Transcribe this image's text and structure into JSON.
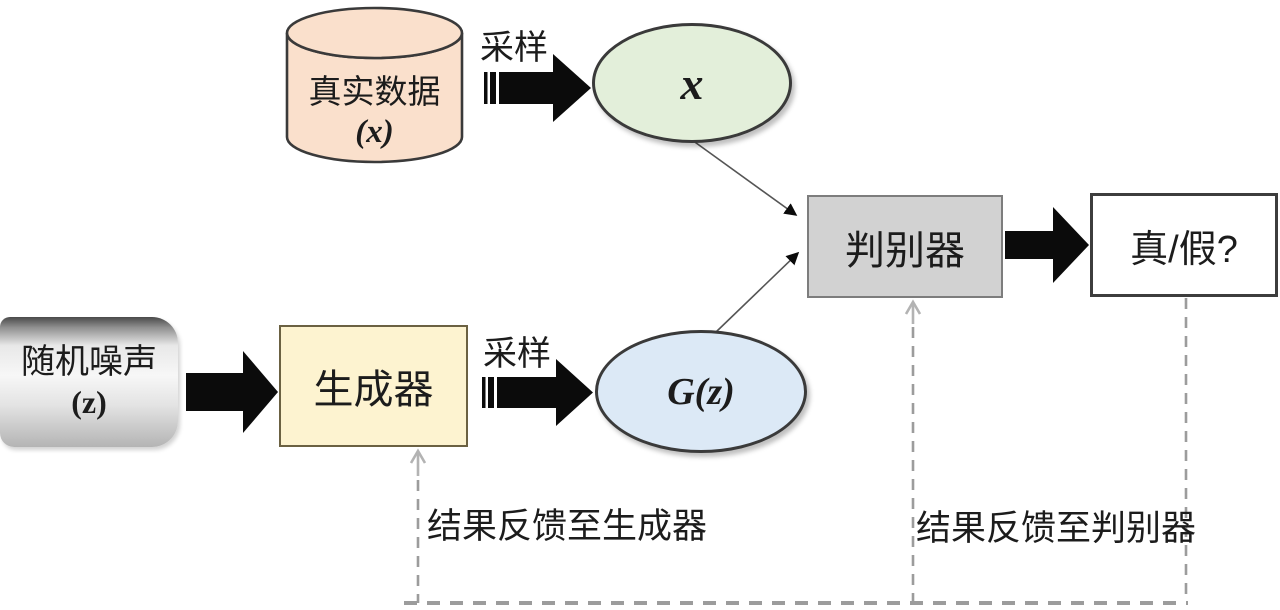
{
  "nodes": {
    "real_data": {
      "label": "真实数据",
      "sublabel": "(x)"
    },
    "noise": {
      "label": "随机噪声",
      "sublabel": "(z)"
    },
    "generator": {
      "label": "生成器"
    },
    "real_sample": {
      "label": "x"
    },
    "generated_sample": {
      "label": "G(z)"
    },
    "discriminator": {
      "label": "判别器"
    },
    "output": {
      "label": "真/假?"
    }
  },
  "edges": {
    "sample_real": {
      "label": "采样"
    },
    "sample_generated": {
      "label": "采样"
    },
    "feedback_generator": {
      "label": "结果反馈至生成器"
    },
    "feedback_discriminator": {
      "label": "结果反馈至判别器"
    }
  },
  "colors": {
    "real-data-fill": "#FAE0CC",
    "real-sample-fill": "#E3EFDA",
    "generated-sample-fill": "#DCE9F6",
    "generator-fill": "#FDF3D0",
    "generator-border": "#6b6142",
    "discriminator-fill": "#D2D2D2",
    "discriminator-border": "#7d7d7d",
    "output-fill": "#FFFFFF",
    "output-border": "#3d3d3d",
    "shape-stroke": "#3a3a3a",
    "arrow-color": "#0b0b0b",
    "connector-color": "#555555",
    "dashed-color": "#9c9c9c",
    "chevron-color": "#b3b3b3",
    "text-color": "#1c1c1c"
  }
}
